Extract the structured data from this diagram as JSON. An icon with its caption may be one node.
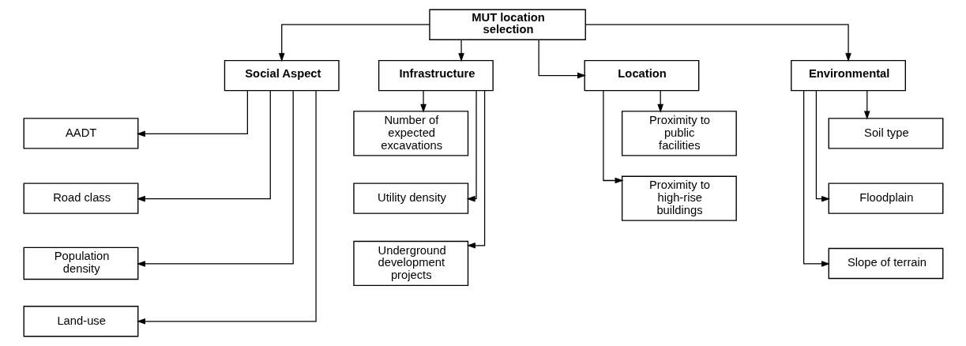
{
  "diagram": {
    "nodes": [
      {
        "text": [
          "MUT location selection"
        ]
      },
      {
        "text": [
          "Social Aspect"
        ]
      },
      {
        "text": [
          "AADT"
        ]
      },
      {
        "text": [
          "Road class"
        ]
      },
      {
        "text": [
          "Population density"
        ]
      },
      {
        "text": [
          "Land-use"
        ]
      },
      {
        "text": [
          "Infrastructure"
        ]
      },
      {
        "text": [
          "Number of expected excavations"
        ]
      },
      {
        "text": [
          "Utility density"
        ]
      },
      {
        "text": [
          "Underground development projects"
        ]
      },
      {
        "text": [
          "Location"
        ]
      },
      {
        "text": [
          "Proximity to public facilities"
        ]
      },
      {
        "text": [
          "Proximity to high-rise buildings"
        ]
      },
      {
        "text": [
          "Environmental"
        ]
      },
      {
        "text": [
          "Soil type"
        ]
      },
      {
        "text": [
          "Floodplain"
        ]
      },
      {
        "text": [
          "Slope of terrain"
        ]
      }
    ],
    "edges": [
      {
        "from": 0,
        "to": 1,
        "arrow": "to"
      },
      {
        "from": 0,
        "to": 6,
        "arrow": "to"
      },
      {
        "from": 0,
        "to": 10,
        "arrow": "to"
      },
      {
        "from": 0,
        "to": 13,
        "arrow": "to"
      },
      {
        "from": 1,
        "to": 2,
        "arrow": "to"
      },
      {
        "from": 1,
        "to": 3,
        "arrow": "to"
      },
      {
        "from": 1,
        "to": 4,
        "arrow": "to"
      },
      {
        "from": 1,
        "to": 5,
        "arrow": "to"
      },
      {
        "from": 6,
        "to": 7,
        "arrow": "to"
      },
      {
        "from": 6,
        "to": 8,
        "arrow": "to"
      },
      {
        "from": 6,
        "to": 9,
        "arrow": "to"
      },
      {
        "from": 10,
        "to": 11,
        "arrow": "to"
      },
      {
        "from": 10,
        "to": 12,
        "arrow": "to"
      },
      {
        "from": 13,
        "to": 14,
        "arrow": "to"
      },
      {
        "from": 13,
        "to": 15,
        "arrow": "to"
      },
      {
        "from": 13,
        "to": 16,
        "arrow": "to"
      }
    ]
  }
}
